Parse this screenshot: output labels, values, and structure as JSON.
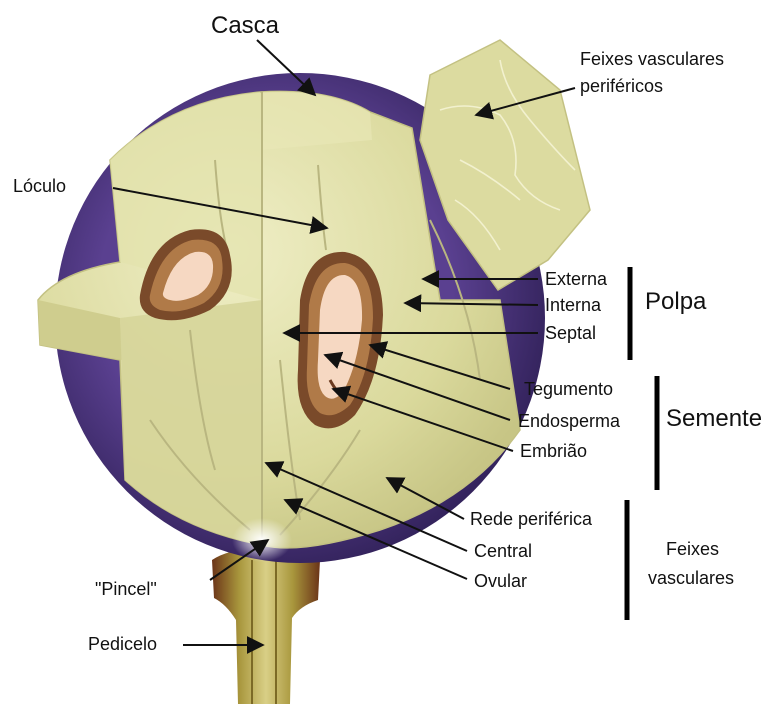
{
  "labels": {
    "casca": "Casca",
    "feixes_perifericos_1": "Feixes vasculares",
    "feixes_perifericos_2": "periféricos",
    "loculo": "Lóculo",
    "externa": "Externa",
    "interna": "Interna",
    "septal": "Septal",
    "polpa": "Polpa",
    "tegumento": "Tegumento",
    "endosperma": "Endosperma",
    "embriao": "Embrião",
    "semente": "Semente",
    "rede_periferica": "Rede periférica",
    "central": "Central",
    "ovular": "Ovular",
    "feixes_vasculares_1": "Feixes",
    "feixes_vasculares_2": "vasculares",
    "pincel": "\"Pincel\"",
    "pedicelo": "Pedicelo"
  },
  "colors": {
    "skin": "#4a3478",
    "skin_dark": "#2e1f55",
    "pulp": "#dcdba0",
    "pulp_light": "#ecebc0",
    "pulp_shade": "#c8c78a",
    "vein": "#b9b680",
    "seed_outer": "#7a4a2a",
    "seed_mid": "#b07a48",
    "seed_inner": "#f6d8c2",
    "stem": "#9a8a3a",
    "stem_dark": "#6b3418"
  }
}
